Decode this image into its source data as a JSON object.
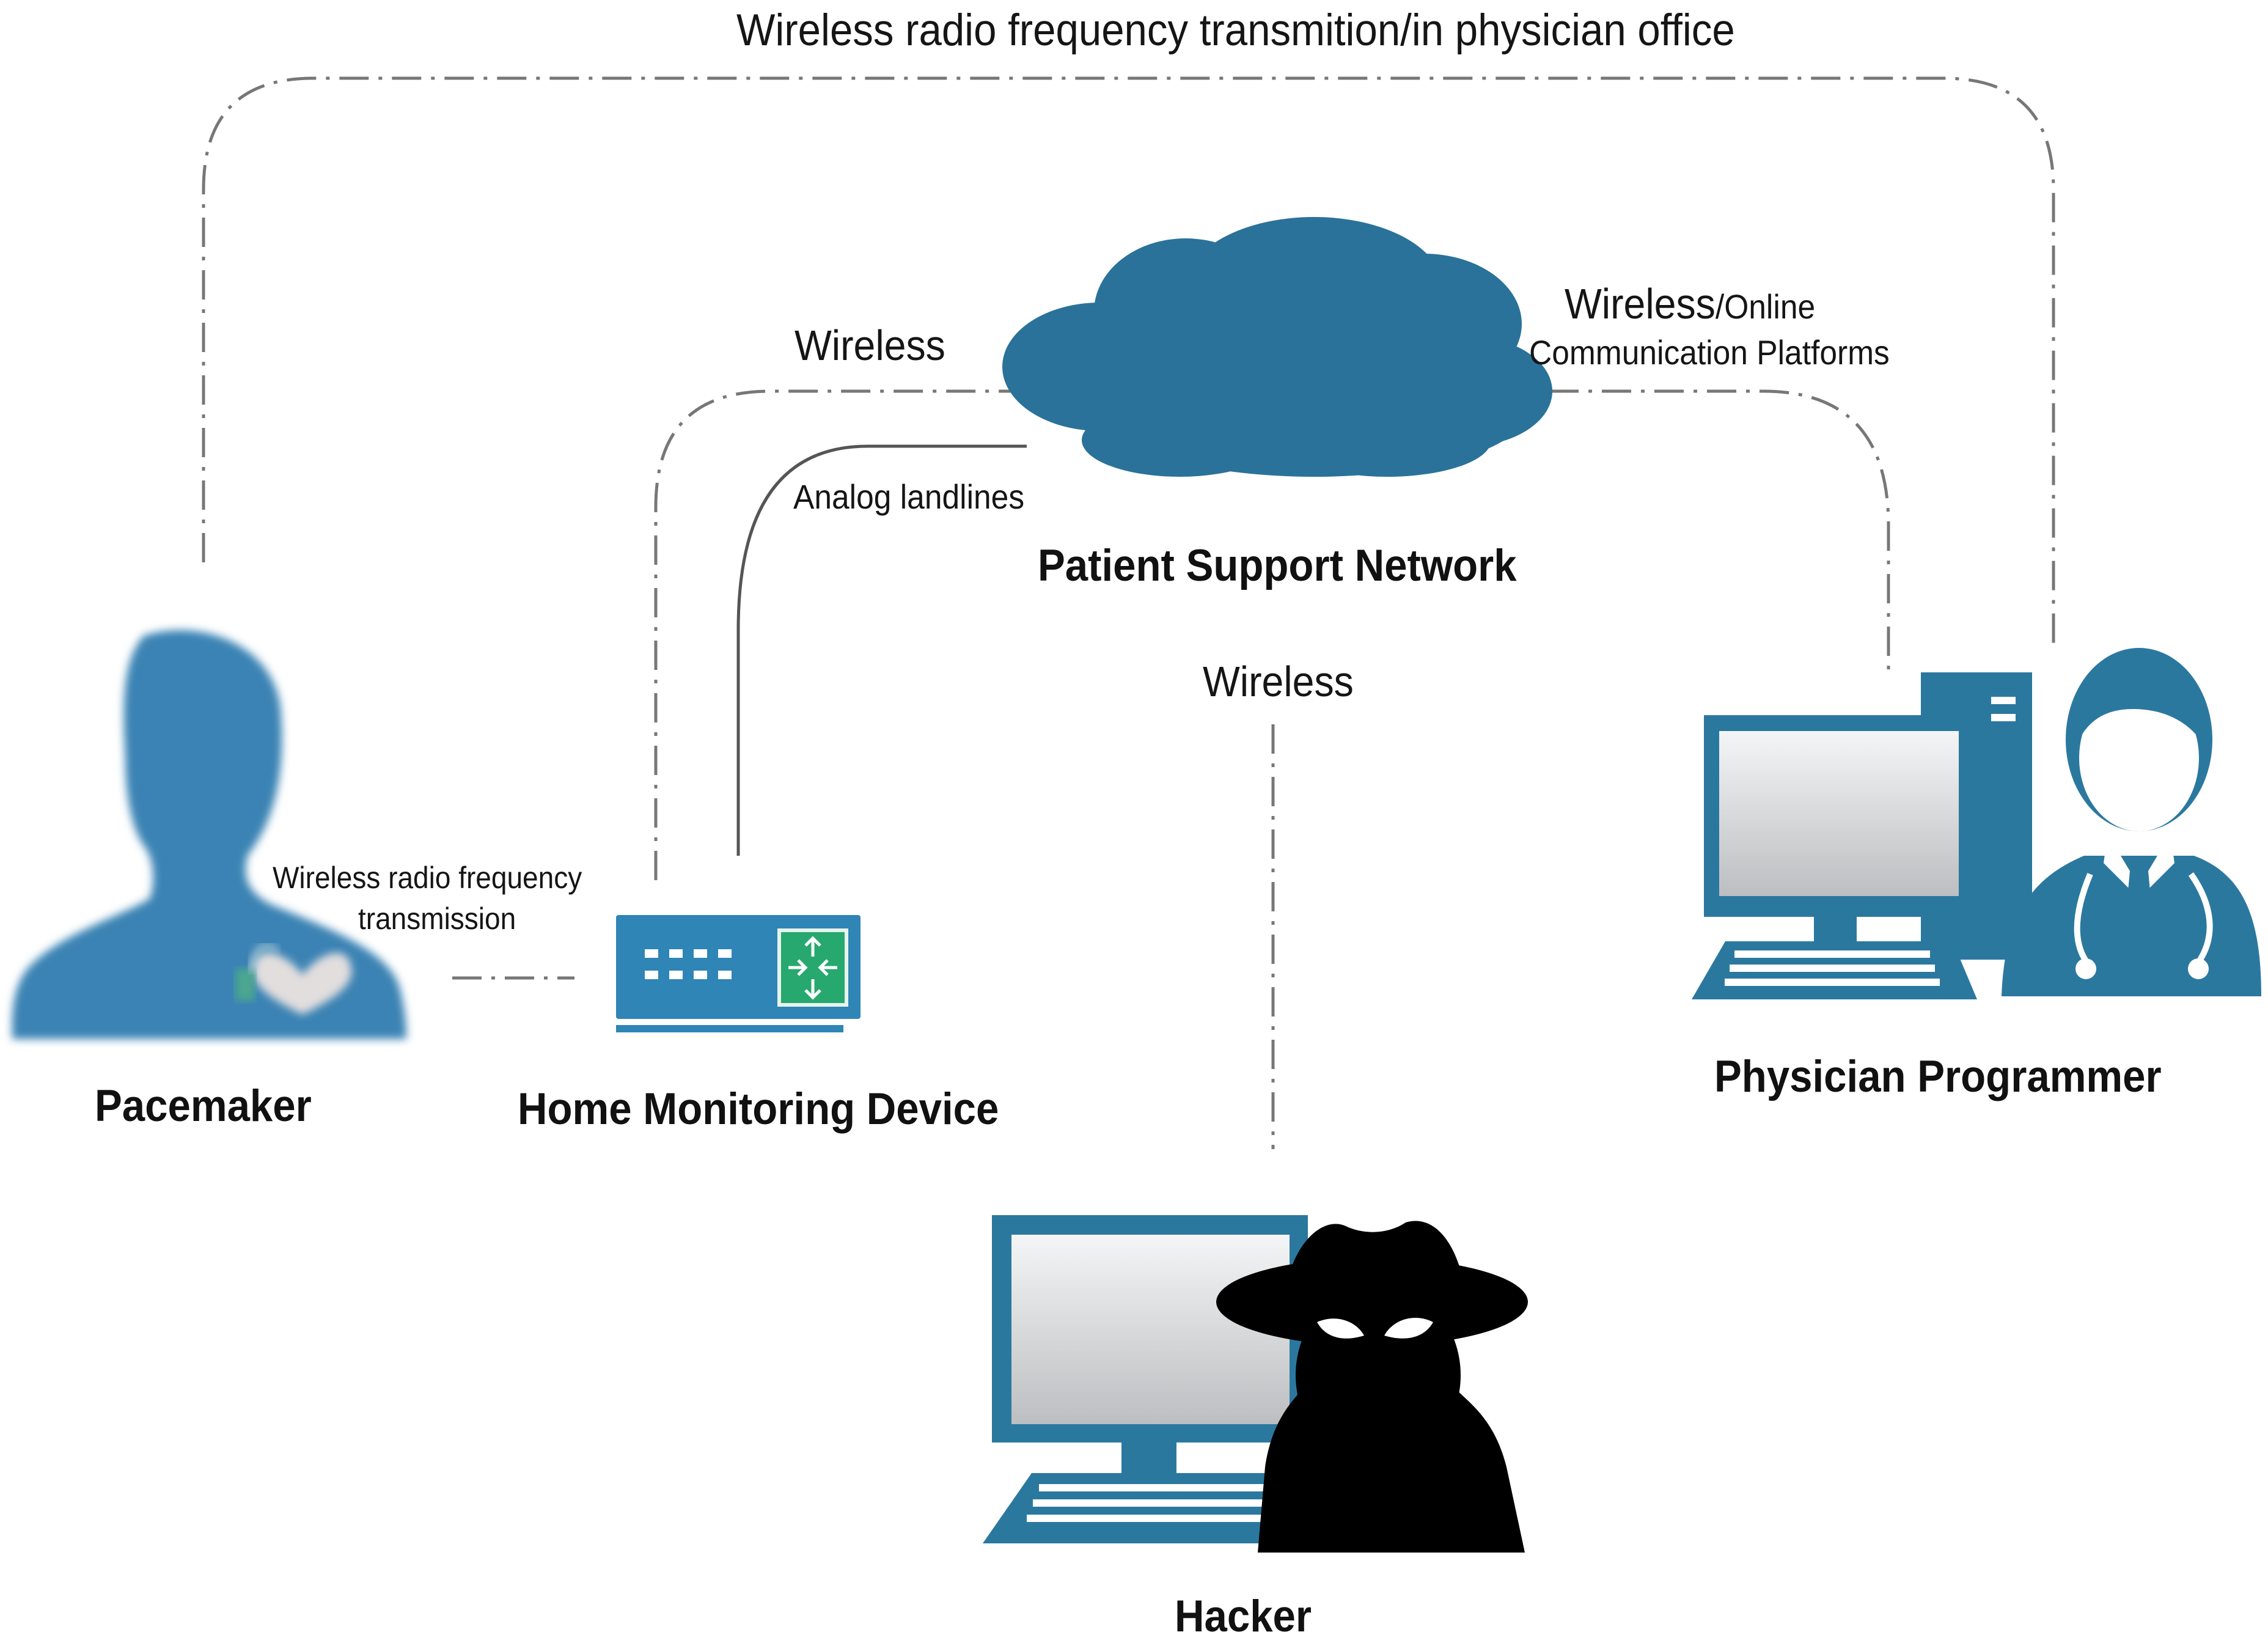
{
  "labels": {
    "top_link": "Wireless radio frequency transmition/in physician office",
    "wireless_left": "Wireless",
    "wireless_right_big": "Wireless",
    "wireless_right_small": "/Online",
    "online_platforms": "Communication Platforms",
    "analog": "Analog landlines",
    "network": "Patient Support Network",
    "wireless_center": "Wireless",
    "rf_line1": "Wireless radio frequency",
    "rf_line2": "transmission",
    "pacemaker": "Pacemaker",
    "home_device": "Home Monitoring Device",
    "physician": "Physician Programmer",
    "hacker": "Hacker"
  },
  "colors": {
    "accent": "#2b789f",
    "cloud": "#2a7299",
    "patient": "#3a83b4",
    "device": "#2f85b5",
    "device_green": "#27a86e",
    "screen_light": "#f3f4f5",
    "screen_dark": "#bdbfc2",
    "hacker": "#000000",
    "line": "#777777",
    "text": "#151515"
  },
  "icons": [
    "patient-silhouette-icon",
    "heart-icon",
    "router-icon",
    "cloud-icon",
    "desktop-computer-icon",
    "doctor-icon",
    "stethoscope-icon",
    "spy-hat-icon"
  ]
}
